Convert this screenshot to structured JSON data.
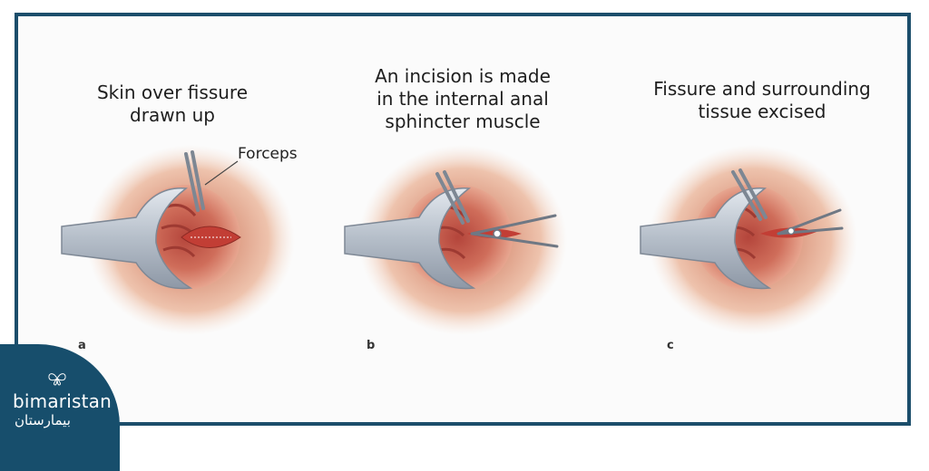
{
  "panels": [
    {
      "caption_lines": [
        "Skin over fissure",
        "drawn up"
      ],
      "letter": "a"
    },
    {
      "caption_lines": [
        "An incision is made",
        "in the internal anal",
        "sphincter muscle"
      ],
      "letter": "b"
    },
    {
      "caption_lines": [
        "Fissure and surrounding",
        "tissue excised"
      ],
      "letter": "c"
    }
  ],
  "forceps_label": "Forceps",
  "logo": {
    "name": "bimaristan",
    "arabic": "بيمارستان"
  },
  "colors": {
    "frame": "#1c4e6b",
    "skin": "#e9b8a0",
    "tissue": "#c5443a",
    "instrument": "#b9c2cc"
  }
}
